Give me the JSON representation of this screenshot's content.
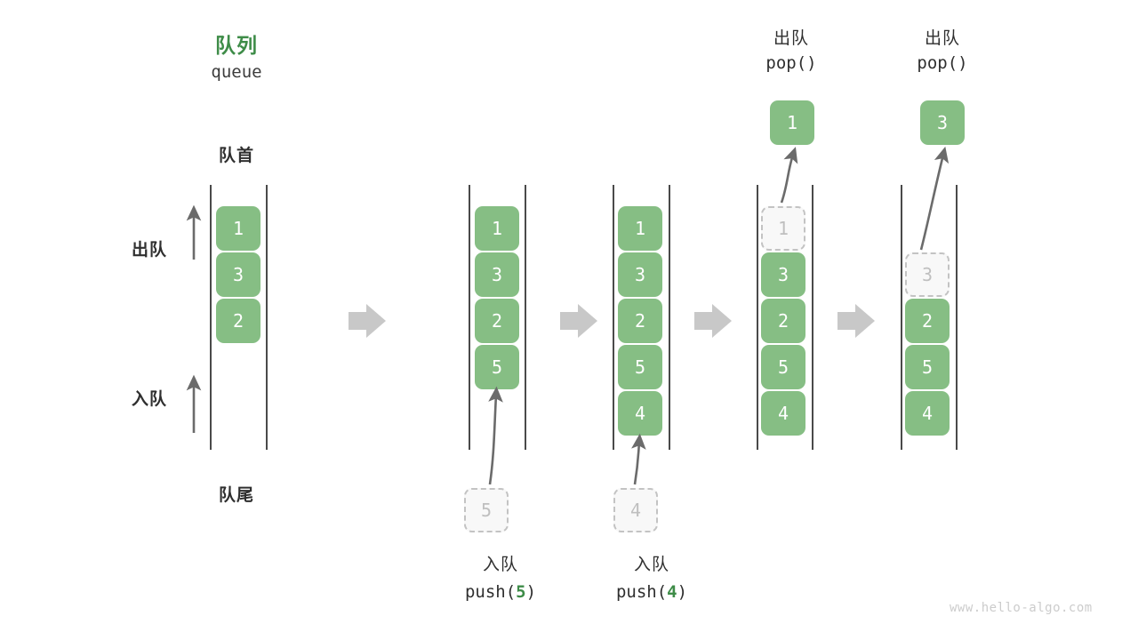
{
  "diagram": {
    "title_cn": "队列",
    "title_en": "queue",
    "front_label": "队首",
    "rear_label": "队尾",
    "dequeue_side_label": "出队",
    "enqueue_side_label": "入队",
    "watermark": "www.hello-algo.com",
    "colors": {
      "accent_green": "#3e8c48",
      "cell_green": "#86be84",
      "ghost_fill": "#f8f8f8",
      "ghost_border": "#c3c3c3",
      "rail": "#4a4a4a",
      "sep_arrow": "#c8c8c8",
      "curve_arrow": "#606060",
      "text": "#2f2f2f",
      "watermark": "#cccccc"
    }
  },
  "columns": [
    {
      "id": "initial",
      "name": "initial-queue",
      "header_cn": "",
      "header_en": "",
      "footer_cn": "",
      "footer_en": "",
      "cells": [
        {
          "value": "1",
          "state": "solid"
        },
        {
          "value": "3",
          "state": "solid"
        },
        {
          "value": "2",
          "state": "solid"
        }
      ],
      "floating": null,
      "incoming": null
    },
    {
      "id": "push5",
      "name": "after-push-5",
      "header_cn": "",
      "header_en": "",
      "footer_cn": "入队",
      "footer_en_pre": "push(",
      "footer_en_arg": "5",
      "footer_en_post": ")",
      "cells": [
        {
          "value": "1",
          "state": "solid"
        },
        {
          "value": "3",
          "state": "solid"
        },
        {
          "value": "2",
          "state": "solid"
        },
        {
          "value": "5",
          "state": "solid"
        }
      ],
      "floating": null,
      "incoming": {
        "value": "5",
        "state": "ghost"
      }
    },
    {
      "id": "push4",
      "name": "after-push-4",
      "header_cn": "",
      "header_en": "",
      "footer_cn": "入队",
      "footer_en_pre": "push(",
      "footer_en_arg": "4",
      "footer_en_post": ")",
      "cells": [
        {
          "value": "1",
          "state": "solid"
        },
        {
          "value": "3",
          "state": "solid"
        },
        {
          "value": "2",
          "state": "solid"
        },
        {
          "value": "5",
          "state": "solid"
        },
        {
          "value": "4",
          "state": "solid"
        }
      ],
      "floating": null,
      "incoming": {
        "value": "4",
        "state": "ghost"
      }
    },
    {
      "id": "pop1",
      "name": "after-pop-1",
      "header_cn": "出队",
      "header_en": "pop()",
      "footer_cn": "",
      "footer_en": "",
      "cells": [
        {
          "value": "1",
          "state": "ghost"
        },
        {
          "value": "3",
          "state": "solid"
        },
        {
          "value": "2",
          "state": "solid"
        },
        {
          "value": "5",
          "state": "solid"
        },
        {
          "value": "4",
          "state": "solid"
        }
      ],
      "floating": {
        "value": "1",
        "state": "solid"
      },
      "incoming": null
    },
    {
      "id": "pop3",
      "name": "after-pop-3",
      "header_cn": "出队",
      "header_en": "pop()",
      "footer_cn": "",
      "footer_en": "",
      "cells": [
        {
          "value": "",
          "state": "empty"
        },
        {
          "value": "3",
          "state": "ghost"
        },
        {
          "value": "2",
          "state": "solid"
        },
        {
          "value": "5",
          "state": "solid"
        },
        {
          "value": "4",
          "state": "solid"
        }
      ],
      "floating": {
        "value": "3",
        "state": "solid"
      },
      "incoming": null
    }
  ],
  "separators": [
    {
      "name": "step-arrow-1"
    },
    {
      "name": "step-arrow-2"
    },
    {
      "name": "step-arrow-3"
    },
    {
      "name": "step-arrow-4"
    }
  ]
}
